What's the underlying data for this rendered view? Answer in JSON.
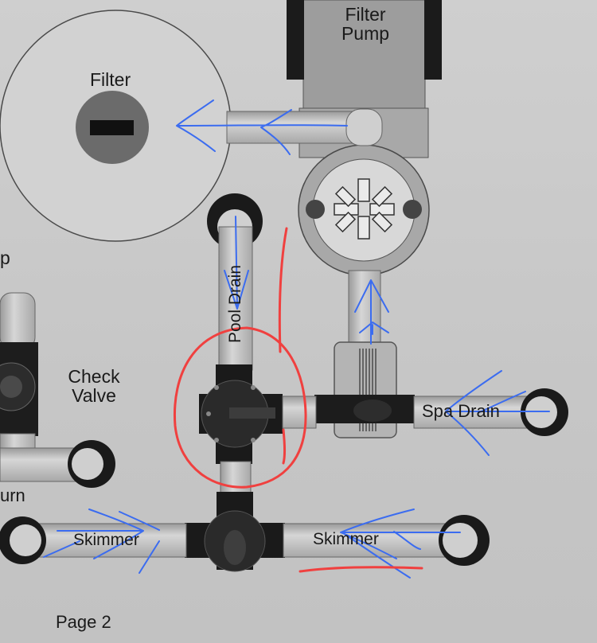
{
  "labels": {
    "filter": "Filter",
    "filter_pump_line1": "Filter",
    "filter_pump_line2": "Pump",
    "pump_partial": "p",
    "check_valve_line1": "Check",
    "check_valve_line2": "Valve",
    "return_partial": "urn",
    "pool_drain": "Pool Drain",
    "spa_drain": "Spa Drain",
    "skimmer_left": "Skimmer",
    "skimmer_right": "Skimmer",
    "page": "Page 2"
  },
  "annotation_colors": {
    "flow_arrows": "#3b6cf0",
    "highlight_marks": "#f0403f"
  }
}
